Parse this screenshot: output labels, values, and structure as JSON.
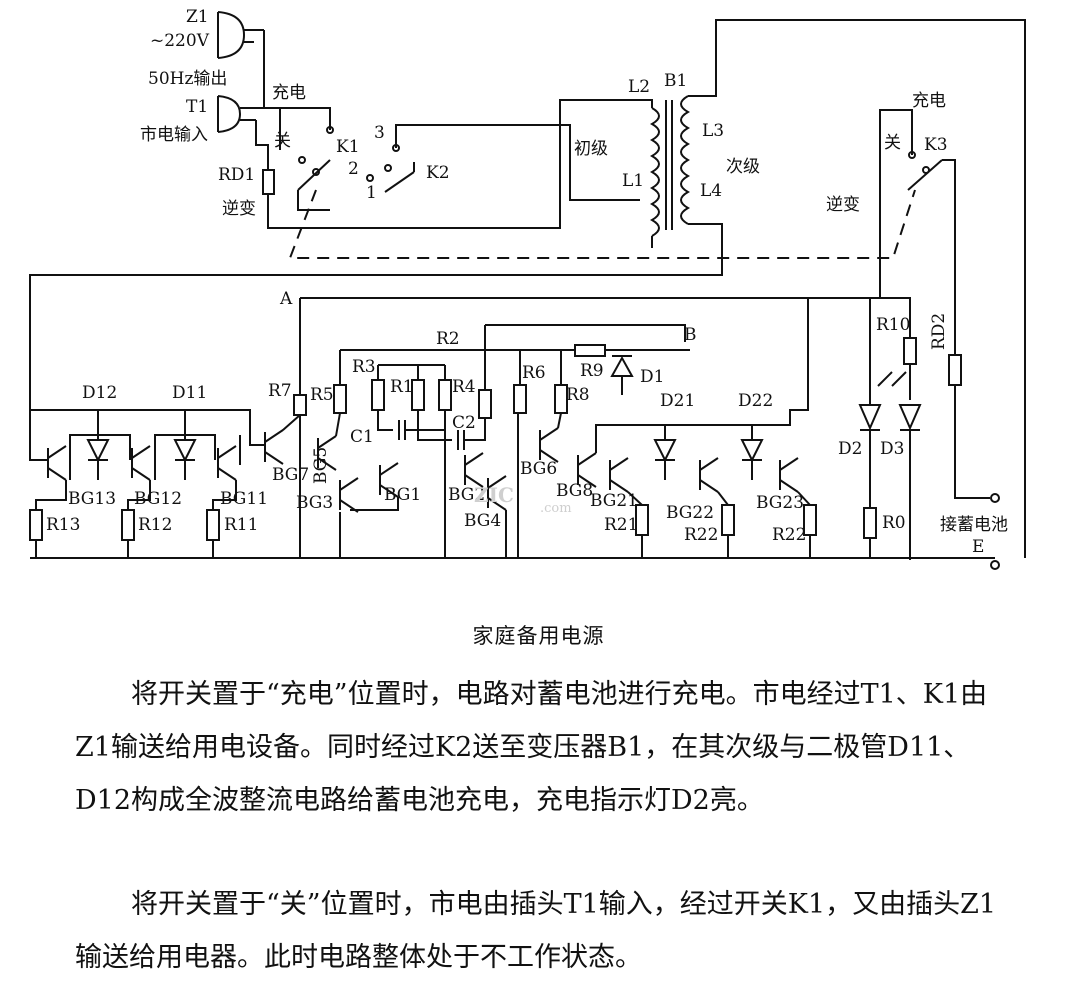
{
  "labels": {
    "z1": "Z1",
    "z1_volt": "~220V",
    "out_hz": "50Hz输出",
    "t1": "T1",
    "mains_in": "市电输入",
    "rd1": "RD1",
    "inverter_left": "逆变",
    "charge_top": "充电",
    "off_left": "关",
    "k1": "K1",
    "pos3": "3",
    "pos2": "2",
    "pos1": "1",
    "k2": "K2",
    "primary": "初级",
    "secondary": "次级",
    "l2": "L2",
    "b1": "B1",
    "l3": "L3",
    "l1": "L1",
    "l4": "L4",
    "charge_right": "充电",
    "off_right": "关",
    "k3": "K3",
    "inverter_right": "逆变",
    "node_a": "A",
    "node_b": "B",
    "r2": "R2",
    "r3": "R3",
    "r1": "R1",
    "r4": "R4",
    "r6": "R6",
    "r9": "R9",
    "d1": "D1",
    "r7": "R7",
    "r5": "R5",
    "r8": "R8",
    "c1": "C1",
    "c2": "C2",
    "d12": "D12",
    "d11": "D11",
    "d21": "D21",
    "d22": "D22",
    "bg13": "BG13",
    "bg12": "BG12",
    "bg11": "BG11",
    "bg7": "BG7",
    "bg5": "BG5",
    "bg3": "BG3",
    "bg1": "BG1",
    "bg2": "BG2",
    "bg4": "BG4",
    "bg6": "BG6",
    "bg8": "BG8",
    "bg21": "BG21",
    "bg22": "BG22",
    "bg23": "BG23",
    "r13": "R13",
    "r12": "R12",
    "r11": "R11",
    "r21": "R21",
    "r22a": "R22",
    "r22b": "R22",
    "r10": "R10",
    "rd2": "RD2",
    "d2": "D2",
    "d3": "D3",
    "r0": "R0",
    "battery": "接蓄电池",
    "node_e": "E",
    "watermark": "ZIC",
    "watermark_sub": ".com"
  },
  "caption": "家庭备用电源",
  "paragraphs": [
    "将开关置于“充电”位置时，电路对蓄电池进行充电。市电经过T1、K1由Z1输送给用电设备。同时经过K2送至变压器B1，在其次级与二极管D11、D12构成全波整流电路给蓄电池充电，充电指示灯D2亮。",
    "将开关置于“关”位置时，市电由插头T1输入，经过开关K1，又由插头Z1输送给用电器。此时电路整体处于不工作状态。"
  ]
}
